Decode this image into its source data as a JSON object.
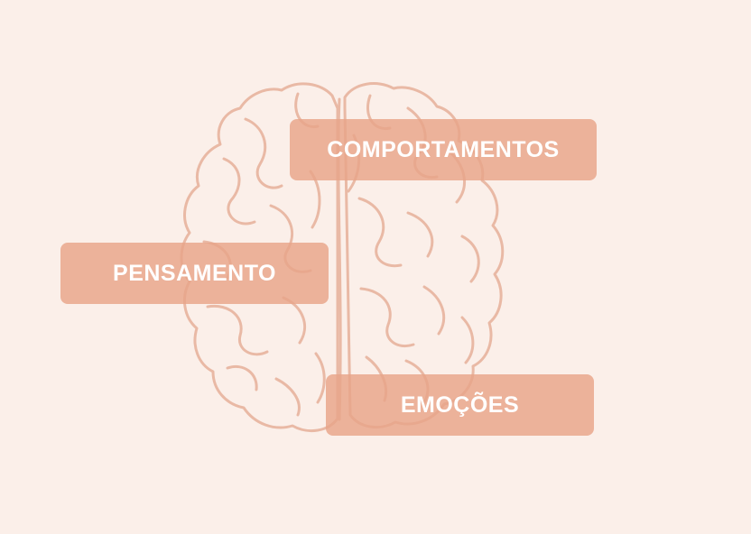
{
  "labels": {
    "comportamentos": "COMPORTAMENTOS",
    "pensamento": "PENSAMENTO",
    "emocoes": "EMOÇÕES"
  },
  "colors": {
    "background": "#fbefe9",
    "box": "#e8a589",
    "brain_outline": "#e9b9a5",
    "text": "#ffffff"
  }
}
